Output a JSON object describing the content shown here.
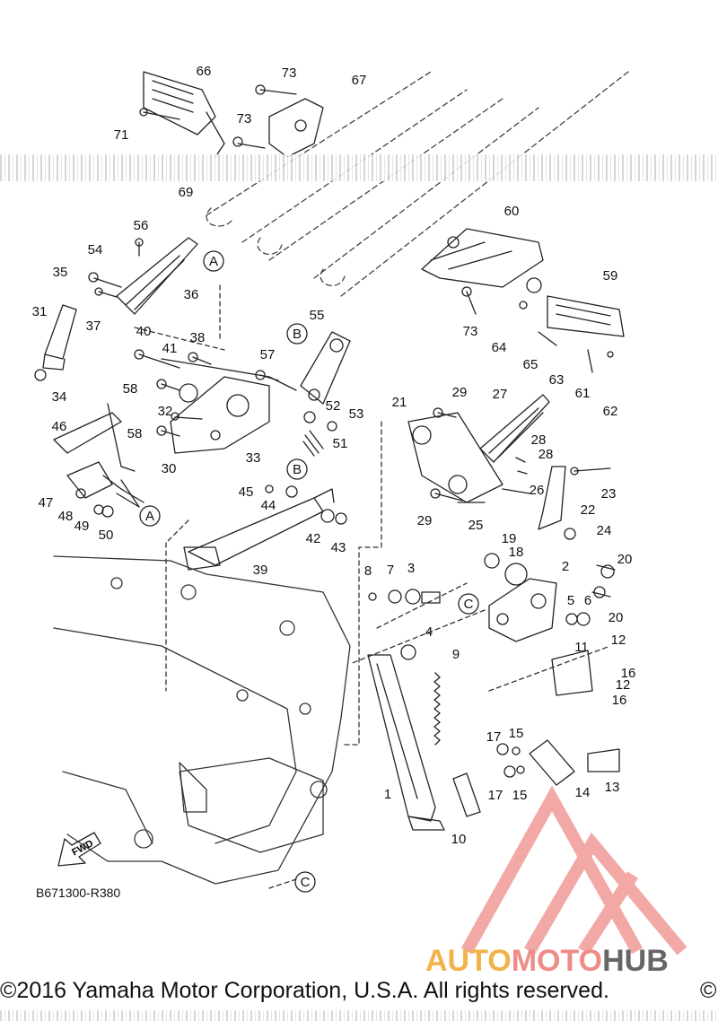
{
  "diagram": {
    "code": "B671300-R380",
    "fwd_label": "FWD",
    "reference_letters": [
      "A",
      "B",
      "C"
    ],
    "callouts": [
      "1",
      "2",
      "3",
      "4",
      "5",
      "6",
      "7",
      "8",
      "9",
      "10",
      "11",
      "12",
      "13",
      "14",
      "15",
      "16",
      "17",
      "18",
      "19",
      "20",
      "21",
      "22",
      "23",
      "24",
      "25",
      "26",
      "27",
      "28",
      "29",
      "30",
      "31",
      "32",
      "33",
      "34",
      "35",
      "36",
      "37",
      "38",
      "39",
      "40",
      "41",
      "42",
      "43",
      "44",
      "45",
      "46",
      "47",
      "48",
      "49",
      "50",
      "51",
      "52",
      "53",
      "54",
      "55",
      "56",
      "57",
      "58",
      "59",
      "60",
      "61",
      "62",
      "63",
      "64",
      "65",
      "66",
      "67",
      "69",
      "71",
      "73"
    ]
  },
  "footer": {
    "copyright": "©2016 Yamaha Motor Corporation, U.S.A. All rights reserved.",
    "copyright_tail": "©"
  },
  "watermark": {
    "part1": "AUTO",
    "part2": "MOTO",
    "part3": "HUB",
    "colors": {
      "auto": "#f2b24a",
      "moto": "#ee8c88",
      "hub": "#666666",
      "logo": "#ee8c88"
    }
  }
}
